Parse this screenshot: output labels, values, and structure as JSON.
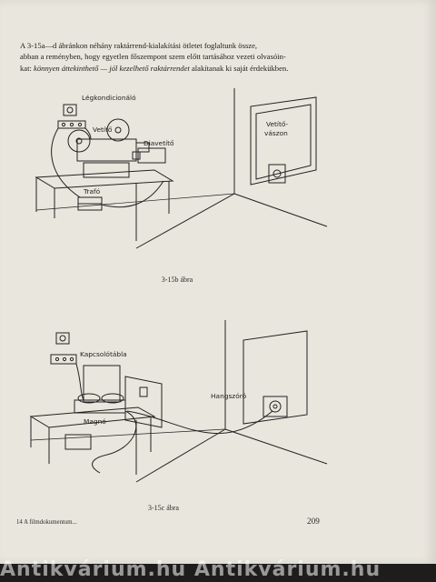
{
  "paragraph": {
    "line1": "A 3-15a—d ábránkon néhány raktárrend-kialakítási ötletet foglaltunk össze,",
    "line2": "abban a reményben, hogy egyetlen főszempont szem előtt tartásához vezeti olvasóin-",
    "line3_a": "kat: ",
    "line3_italic_1": "könnyen áttekinthető — jól kezelhető raktárrendet",
    "line3_b": " alakítanak ki saját érdekükben."
  },
  "figure_b": {
    "labels": {
      "aircon": "Légkondicionáló",
      "projector": "Vetítő",
      "slide_projector": "Diavetítő",
      "transformer": "Trafó",
      "screen_line1": "Vetítő-",
      "screen_line2": "vászon"
    },
    "caption": "3-15b ábra"
  },
  "figure_c": {
    "labels": {
      "switchboard": "Kapcsolótábla",
      "tape_recorder": "Magnó",
      "speaker": "Hangszóró"
    },
    "caption": "3-15c ábra"
  },
  "footer": {
    "left": "14   A filmdokumentum...",
    "page_number": "209"
  },
  "watermark": "Antikvárium.hu   Antikvárium.hu"
}
